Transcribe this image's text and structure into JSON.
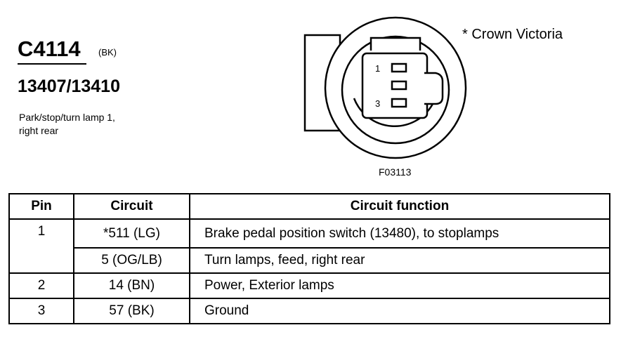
{
  "header": {
    "connector_id": "C4114",
    "connector_color": "(BK)",
    "part_number": "13407/13410",
    "description_line1": "Park/stop/turn lamp 1,",
    "description_line2": "right rear"
  },
  "diagram": {
    "vehicle_note": "* Crown Victoria",
    "figure_id": "F03113",
    "pin_labels": [
      "1",
      "3"
    ]
  },
  "table": {
    "headers": [
      "Pin",
      "Circuit",
      "Circuit function"
    ],
    "rows": [
      {
        "pin": "1",
        "circuit": "*511 (LG)",
        "function": "Brake pedal position switch (13480), to stoplamps"
      },
      {
        "pin": "",
        "circuit": "5 (OG/LB)",
        "function": "Turn lamps, feed, right rear"
      },
      {
        "pin": "2",
        "circuit": "14 (BN)",
        "function": "Power, Exterior lamps"
      },
      {
        "pin": "3",
        "circuit": "57 (BK)",
        "function": "Ground"
      }
    ]
  }
}
